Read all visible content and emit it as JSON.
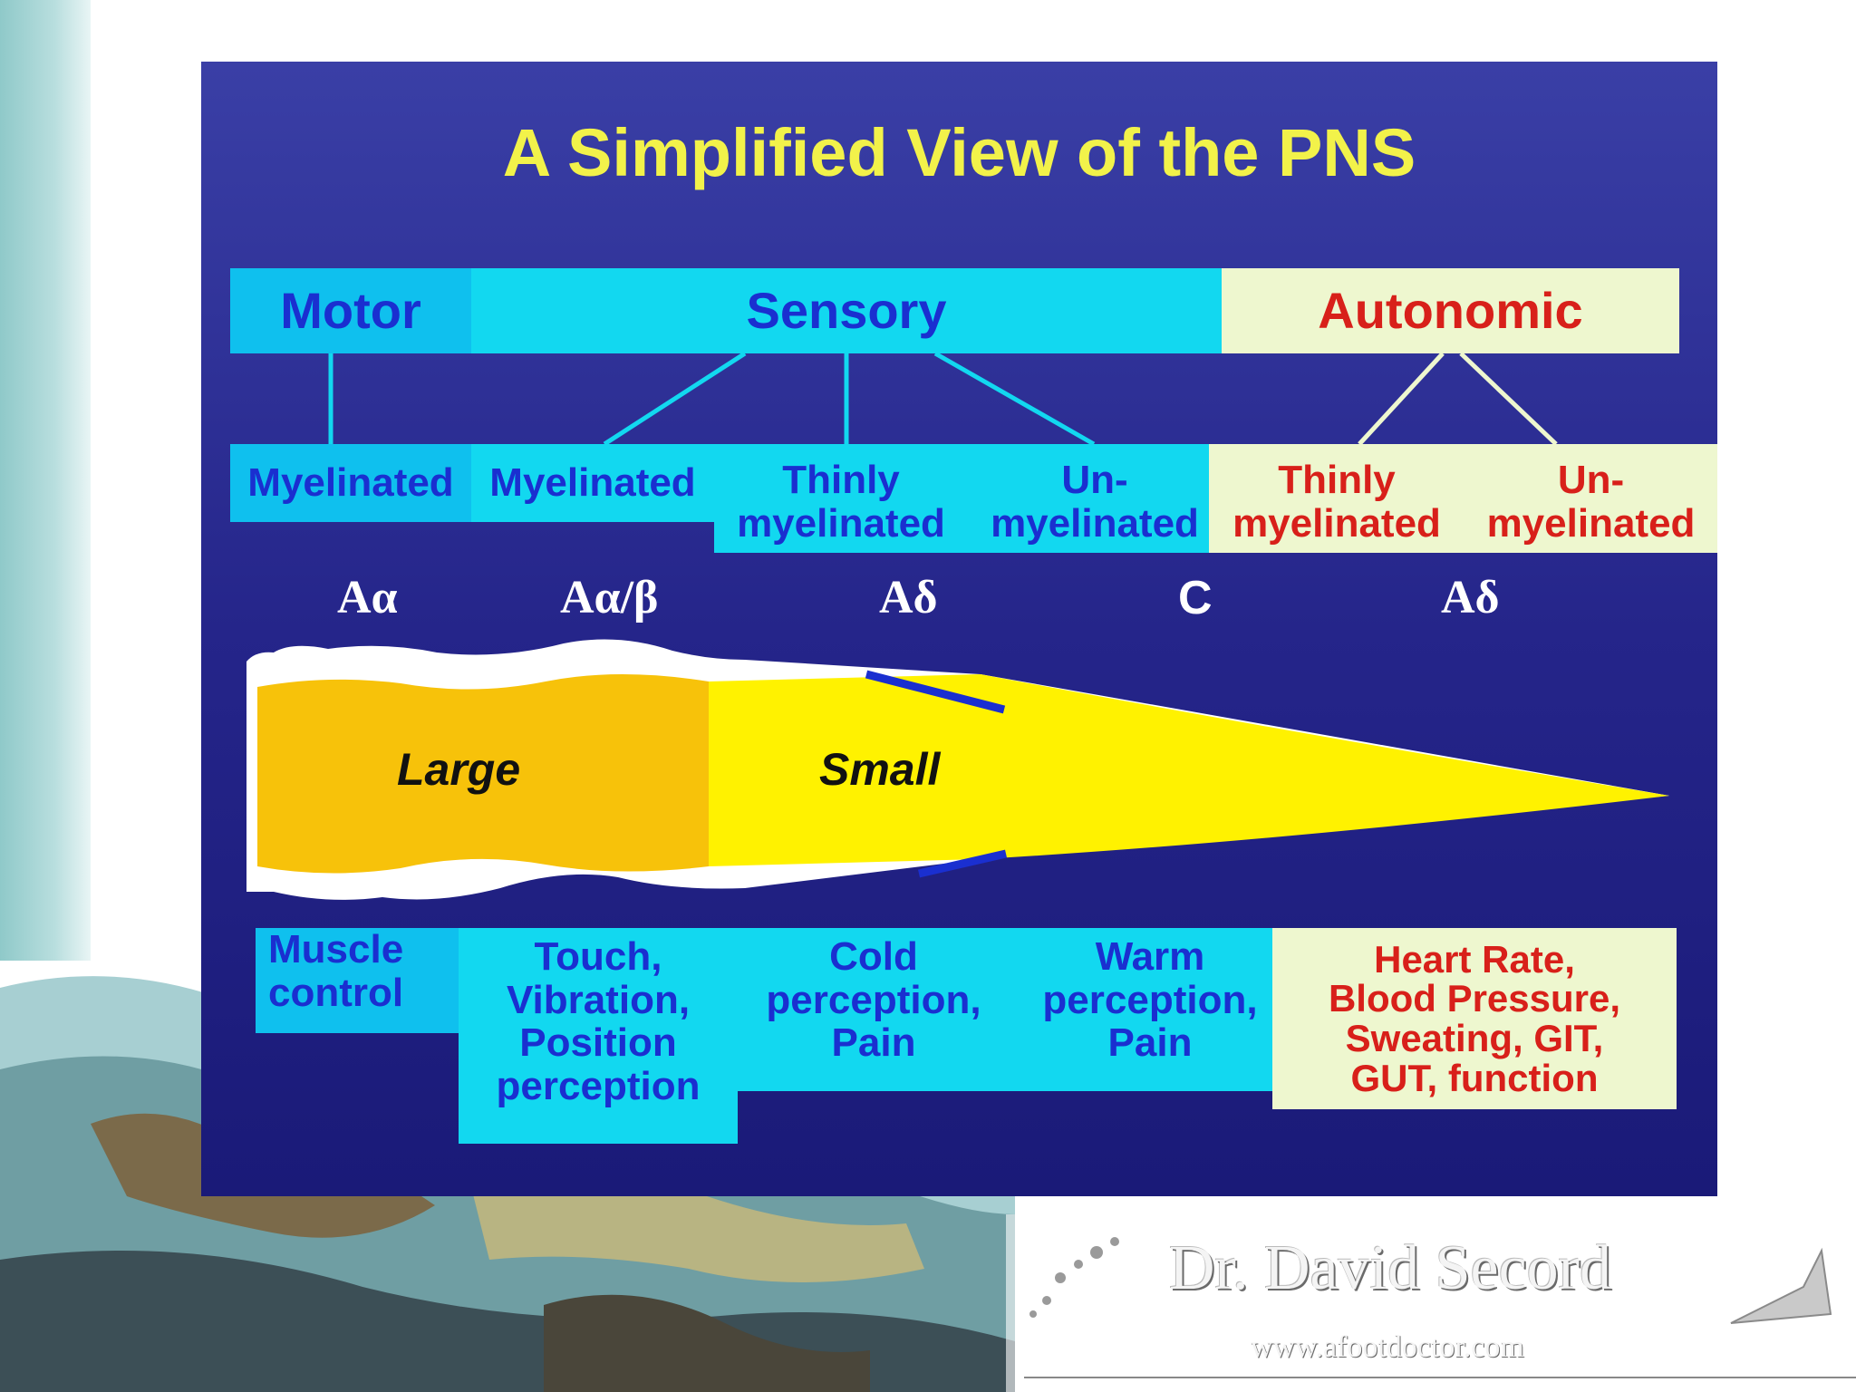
{
  "title": "A Simplified View of the PNS",
  "categories": {
    "motor": "Motor",
    "sensory": "Sensory",
    "autonomic": "Autonomic"
  },
  "myelination": {
    "motor": "Myelinated",
    "sensory_1": "Myelinated",
    "sensory_2_line1": "Thinly",
    "sensory_2_line2": "myelinated",
    "sensory_3_line1": "Un-",
    "sensory_3_line2": "myelinated",
    "auto_1_line1": "Thinly",
    "auto_1_line2": "myelinated",
    "auto_2_line1": "Un-",
    "auto_2_line2": "myelinated"
  },
  "fiber_types": {
    "a_alpha": "Aα",
    "a_alpha_beta": "Aα/β",
    "a_delta": "Aδ",
    "c": "C",
    "a_delta_auto": "Aδ"
  },
  "size_labels": {
    "large": "Large",
    "small": "Small"
  },
  "functions": {
    "muscle_line1": "Muscle",
    "muscle_line2": "control",
    "touch_line1": "Touch,",
    "touch_line2": "Vibration,",
    "touch_line3": "Position",
    "touch_line4": "perception",
    "cold_line1": "Cold",
    "cold_line2": "perception,",
    "cold_line3": "Pain",
    "warm_line1": "Warm",
    "warm_line2": "perception,",
    "warm_line3": "Pain",
    "auto_line1": "Heart Rate,",
    "auto_line2": "Blood Pressure,",
    "auto_line3": "Sweating, GIT,",
    "auto_line4": "GUT, function"
  },
  "watermark": {
    "name": "Dr. David Secord",
    "url": "www.afootdoctor.com"
  },
  "colors": {
    "slide_bg": "#25258a",
    "title": "#f2f24a",
    "cyan": "#12d8f0",
    "cream": "#eef7cf",
    "motor_blue": "#1a2fd0",
    "autonomic_red": "#d8201a",
    "large_fill": "#f7c20a",
    "small_fill": "#fff200"
  }
}
